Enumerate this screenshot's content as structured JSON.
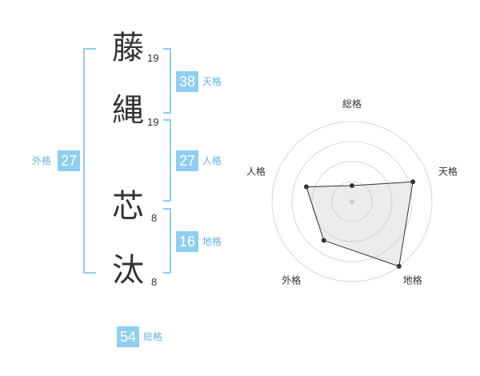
{
  "characters": [
    {
      "char": "藤",
      "strokes": "19"
    },
    {
      "char": "縄",
      "strokes": "19"
    },
    {
      "char": "芯",
      "strokes": "8"
    },
    {
      "char": "汰",
      "strokes": "8"
    }
  ],
  "fortunes": {
    "tenkaku": {
      "value": "38",
      "label": "天格"
    },
    "jinkaku": {
      "value": "27",
      "label": "人格"
    },
    "chikaku": {
      "value": "16",
      "label": "地格"
    },
    "gaikaku": {
      "value": "27",
      "label": "外格"
    },
    "soukaku": {
      "value": "54",
      "label": "総格"
    }
  },
  "colors": {
    "accent": "#8ecff0",
    "accent_text": "#66b3e0",
    "ink": "#333333"
  },
  "chart_data": {
    "type": "radar",
    "axes": [
      "総格",
      "天格",
      "地格",
      "外格",
      "人格"
    ],
    "values": [
      1,
      4,
      5,
      3,
      3
    ],
    "rmax": 5,
    "rings": 4
  }
}
